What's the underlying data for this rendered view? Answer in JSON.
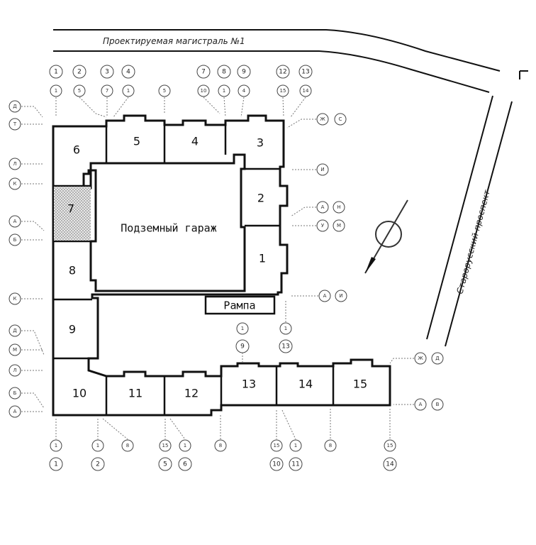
{
  "roads": {
    "highway": "Проектируемая магистраль №1",
    "avenue": "Старорусский проспект"
  },
  "garage_label": "Подземный гараж",
  "ramp_label": "Рампа",
  "buildings": [
    "1",
    "2",
    "3",
    "4",
    "5",
    "6",
    "7",
    "8",
    "9",
    "10",
    "11",
    "12",
    "13",
    "14",
    "15"
  ],
  "markers": {
    "top_row_a": [
      "1",
      "2",
      "3",
      "4",
      "7",
      "8",
      "9",
      "12",
      "13"
    ],
    "top_row_b": [
      "1",
      "5",
      "7",
      "1",
      "10",
      "1",
      "4",
      "15",
      "14"
    ],
    "top_mid": "5",
    "left_col": [
      "Д",
      "Т",
      "Л",
      "К",
      "А",
      "Б",
      "К",
      "Д",
      "М",
      "Л",
      "Б",
      "А"
    ],
    "right_col": [
      "Ж",
      "С",
      "И",
      "А",
      "Н",
      "У",
      "М",
      "А",
      "И",
      "Ж",
      "Д",
      "А",
      "В"
    ],
    "inner_top": [
      "1",
      "9",
      "1",
      "13"
    ],
    "bottom_row_a": [
      "1",
      "1",
      "8",
      "15",
      "1",
      "8",
      "15",
      "1",
      "8",
      "15"
    ],
    "bottom_row_b": [
      "1",
      "2",
      "5",
      "6",
      "10",
      "11",
      "14"
    ]
  },
  "colors": {
    "walls": "#111111",
    "hatch": "#bdbdbd",
    "leaders": "#777777"
  }
}
